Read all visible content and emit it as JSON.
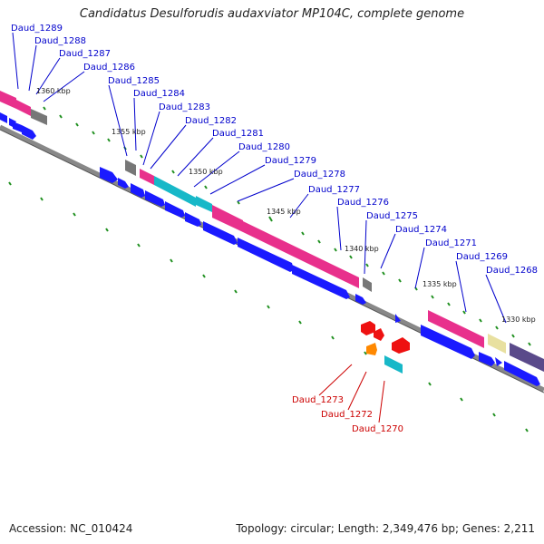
{
  "header": {
    "title": "Candidatus Desulforudis audaxviator MP104C, complete genome"
  },
  "footer": {
    "accession": "Accession: NC_010424",
    "summary": "Topology: circular; Length: 2,349,476 bp; Genes: 2,211"
  },
  "colors": {
    "label_blue": "#0000cc",
    "label_red": "#cc0000",
    "cds_blue": "#1a1aff",
    "rrna_pink": "#e8308c",
    "trna_gray": "#777777",
    "cyan": "#18b8c8",
    "tick_green": "#209020",
    "backbone": "#888888",
    "red_gene": "#ee1111",
    "orange_gene": "#ff8800",
    "khaki_gene": "#e8e0a0",
    "purple_gene": "#5a4a8a"
  },
  "kbp_ticks": [
    "1360 kbp",
    "1355 kbp",
    "1350 kbp",
    "1345 kbp",
    "1340 kbp",
    "1335 kbp",
    "1330 kbp"
  ],
  "gene_labels": [
    "Daud_1289",
    "Daud_1288",
    "Daud_1287",
    "Daud_1286",
    "Daud_1285",
    "Daud_1284",
    "Daud_1283",
    "Daud_1282",
    "Daud_1281",
    "Daud_1280",
    "Daud_1279",
    "Daud_1278",
    "Daud_1277",
    "Daud_1276",
    "Daud_1275",
    "Daud_1274",
    "Daud_1271",
    "Daud_1269",
    "Daud_1268"
  ],
  "red_labels": [
    "Daud_1273",
    "Daud_1272",
    "Daud_1270"
  ]
}
